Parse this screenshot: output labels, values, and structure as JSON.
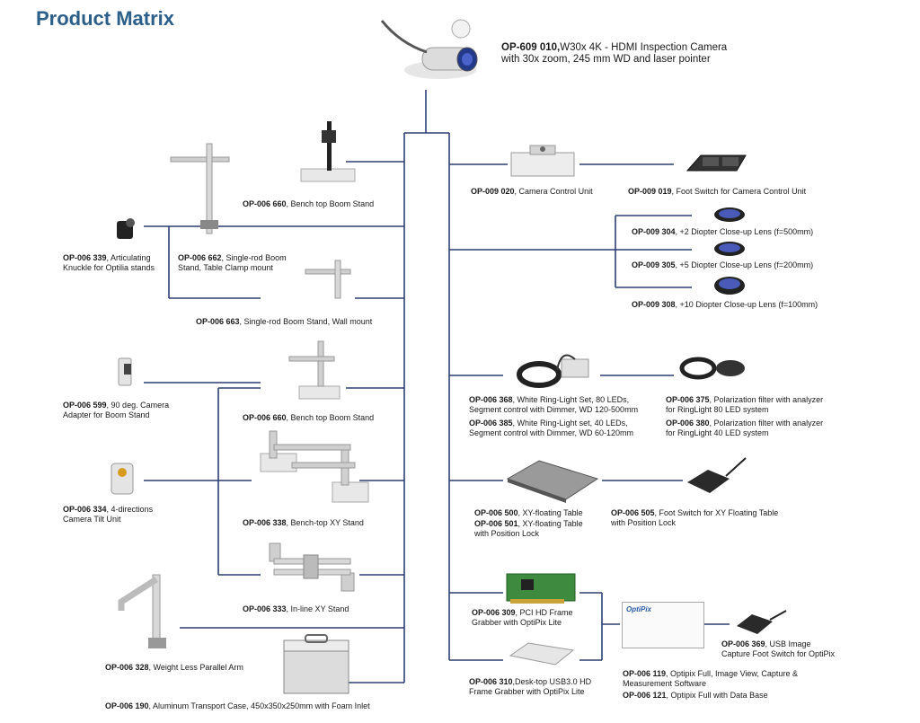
{
  "title": "Product Matrix",
  "icons": {
    "camera": "inspection-camera-icon",
    "stand": "boom-stand-icon",
    "lens": "closeup-lens-icon",
    "ring": "ring-light-icon",
    "table": "floating-table-icon",
    "pedal": "foot-switch-icon",
    "card": "frame-grabber-icon",
    "case": "transport-case-icon"
  },
  "products": [
    {
      "code": "OP-609 010,",
      "desc": "W30x 4K - HDMI Inspection Camera",
      "desc2": "with 30x zoom, 245 mm WD and laser pointer"
    },
    {
      "code": "OP-006 660",
      "desc": ", Bench top Boom Stand"
    },
    {
      "code": "OP-006 339",
      "desc": ", Articulating",
      "desc2": "Knuckle for Optilia stands"
    },
    {
      "code": "OP-006 662",
      "desc": ", Single-rod Boom",
      "desc2": "Stand, Table Clamp mount"
    },
    {
      "code": "OP-006 663",
      "desc": ", Single-rod Boom Stand, Wall mount"
    },
    {
      "code": "OP-006 599",
      "desc": ", 90 deg. Camera",
      "desc2": "Adapter for Boom Stand"
    },
    {
      "code": "OP-006 660",
      "desc": ", Bench top Boom Stand"
    },
    {
      "code": "OP-006 334",
      "desc": ", 4-directions",
      "desc2": "Camera Tilt Unit"
    },
    {
      "code": "OP-006 338",
      "desc": ", Bench-top XY Stand"
    },
    {
      "code": "OP-006 333",
      "desc": ", In-line XY Stand"
    },
    {
      "code": "OP-006 328",
      "desc": ", Weight Less Parallel Arm"
    },
    {
      "code": "OP-006 190",
      "desc": ",  Aluminum Transport Case, 450x350x250mm with Foam Inlet"
    },
    {
      "code": "OP-009 020",
      "desc": ",  Camera Control Unit"
    },
    {
      "code": "OP-009 019",
      "desc": ",  Foot Switch for Camera Control Unit"
    },
    {
      "code": "OP-009 304",
      "desc": ", +2 Diopter Close-up Lens (f=500mm)"
    },
    {
      "code": "OP-009 305",
      "desc": ", +5 Diopter Close-up Lens (f=200mm)"
    },
    {
      "code": "OP-009 308",
      "desc": ", +10 Diopter Close-up Lens (f=100mm)"
    },
    {
      "code": "OP-006 368",
      "desc": ", White Ring-Light Set, 80 LEDs,",
      "desc2": "Segment control with Dimmer, WD 120-500mm"
    },
    {
      "code": "OP-006 385",
      "desc": ", White Ring-Light set, 40 LEDs,",
      "desc2": "Segment control with Dimmer, WD 60-120mm"
    },
    {
      "code": "OP-006 375",
      "desc": ", Polarization filter with analyzer",
      "desc2": "for RingLight 80 LED system"
    },
    {
      "code": "OP-006 380",
      "desc": ", Polarization filter with analyzer",
      "desc2": "for RingLight 40 LED system"
    },
    {
      "code": "OP-006 500",
      "desc": ", XY-floating Table"
    },
    {
      "code": "OP-006 501",
      "desc": ",  XY-floating Table",
      "desc2": "with Position Lock"
    },
    {
      "code": "OP-006 505",
      "desc": ", Foot Switch for XY Floating Table",
      "desc2": "with Position Lock"
    },
    {
      "code": "OP-006 309",
      "desc": ", PCI HD Frame",
      "desc2": "Grabber with OptiPix Lite"
    },
    {
      "code": "OP-006 310",
      "desc": ",Desk-top USB3.0 HD",
      "desc2": "Frame Grabber with OptiPix Lite"
    },
    {
      "code": "OP-006 369",
      "desc": ", USB Image",
      "desc2": "Capture Foot Switch for OptiPix"
    },
    {
      "code": "OP-006 119",
      "desc": ",  Optipix Full, Image View, Capture &",
      "desc2": "Measurement Software"
    },
    {
      "code": "OP-006 121",
      "desc": ",  Optipix Full with Data Base"
    }
  ],
  "optipix_logo": "OptiPix"
}
